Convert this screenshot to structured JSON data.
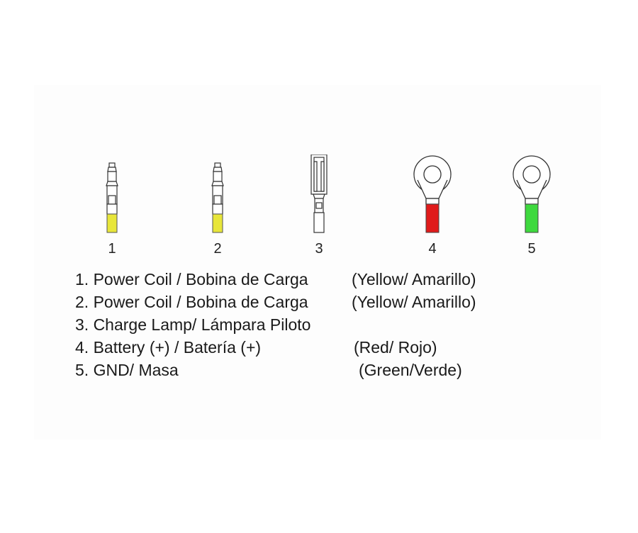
{
  "connectors": [
    {
      "number": "1",
      "type": "bullet",
      "color": "#e8e63a"
    },
    {
      "number": "2",
      "type": "bullet",
      "color": "#e8e63a"
    },
    {
      "number": "3",
      "type": "spade",
      "color": "#ffffff"
    },
    {
      "number": "4",
      "type": "ring",
      "color": "#e01b1b"
    },
    {
      "number": "5",
      "type": "ring",
      "color": "#3ed93e"
    }
  ],
  "legend": [
    {
      "desc": "1. Power Coil / Bobina de Carga",
      "color": "(Yellow/ Amarillo)"
    },
    {
      "desc": "2. Power Coil / Bobina de Carga",
      "color": "(Yellow/ Amarillo)"
    },
    {
      "desc": "3. Charge Lamp/ Lámpara Piloto",
      "color": ""
    },
    {
      "desc": "4. Battery (+) / Batería (+)",
      "color": "(Red/ Rojo)"
    },
    {
      "desc": "5. GND/ Masa",
      "color": "(Green/Verde)"
    }
  ]
}
